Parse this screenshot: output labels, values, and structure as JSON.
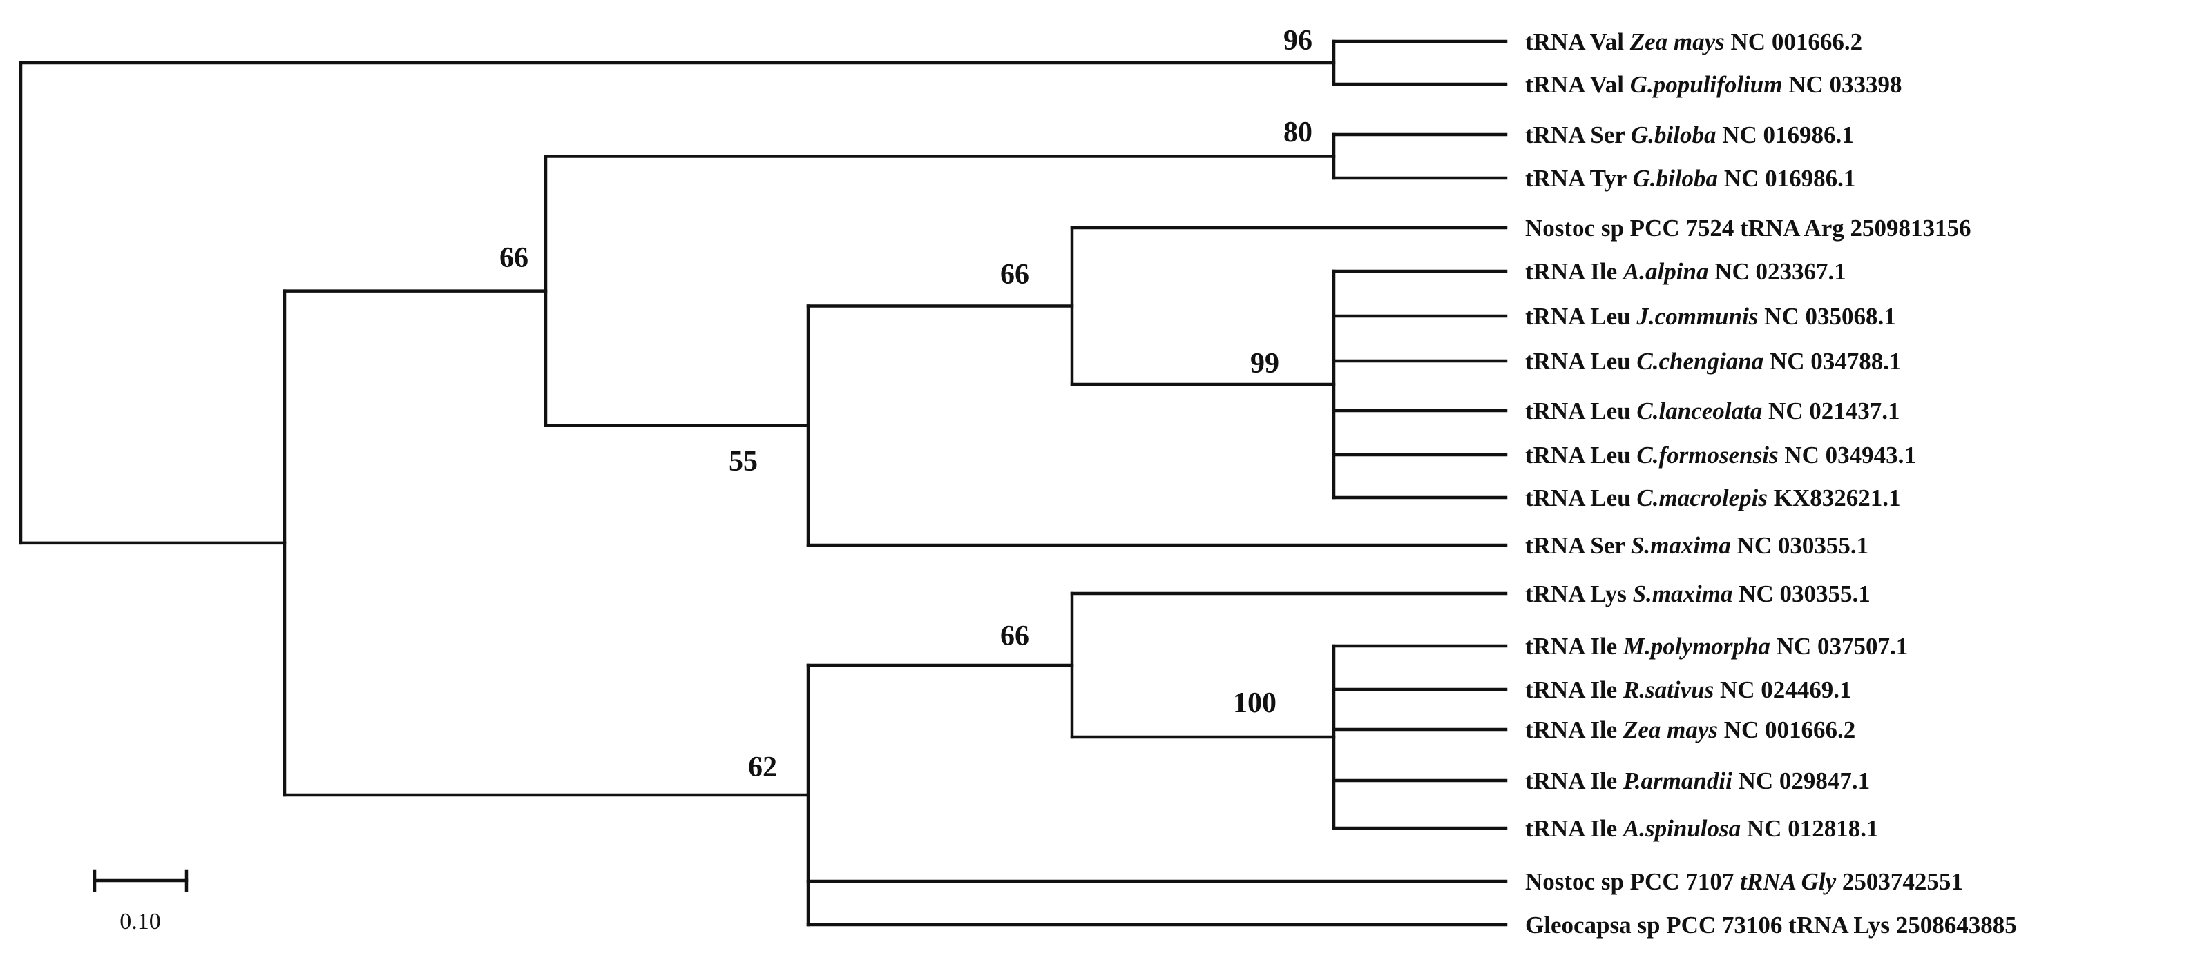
{
  "tree": {
    "taxa": [
      {
        "id": "t1",
        "parts": [
          {
            "t": "tRNA Val "
          },
          {
            "t": "Zea mays",
            "i": true
          },
          {
            "t": " NC 001666.2"
          }
        ]
      },
      {
        "id": "t2",
        "parts": [
          {
            "t": "tRNA Val "
          },
          {
            "t": "G.populifolium",
            "i": true
          },
          {
            "t": " NC 033398"
          }
        ]
      },
      {
        "id": "t3",
        "parts": [
          {
            "t": "tRNA Ser "
          },
          {
            "t": "G.biloba",
            "i": true
          },
          {
            "t": " NC 016986.1"
          }
        ]
      },
      {
        "id": "t4",
        "parts": [
          {
            "t": "tRNA Tyr "
          },
          {
            "t": "G.biloba",
            "i": true
          },
          {
            "t": " NC 016986.1"
          }
        ]
      },
      {
        "id": "t5",
        "parts": [
          {
            "t": "Nostoc sp PCC 7524 tRNA Arg 2509813156"
          }
        ]
      },
      {
        "id": "t6",
        "parts": [
          {
            "t": "tRNA Ile "
          },
          {
            "t": "A.alpina",
            "i": true
          },
          {
            "t": " NC 023367.1"
          }
        ]
      },
      {
        "id": "t7",
        "parts": [
          {
            "t": "tRNA Leu "
          },
          {
            "t": "J.communis",
            "i": true
          },
          {
            "t": " NC 035068.1"
          }
        ]
      },
      {
        "id": "t8",
        "parts": [
          {
            "t": "tRNA Leu "
          },
          {
            "t": "C.chengiana",
            "i": true
          },
          {
            "t": " NC 034788.1"
          }
        ]
      },
      {
        "id": "t9",
        "parts": [
          {
            "t": "tRNA Leu "
          },
          {
            "t": "C.lanceolata",
            "i": true
          },
          {
            "t": " NC 021437.1"
          }
        ]
      },
      {
        "id": "t10",
        "parts": [
          {
            "t": "tRNA Leu "
          },
          {
            "t": "C.formosensis",
            "i": true
          },
          {
            "t": " NC 034943.1"
          }
        ]
      },
      {
        "id": "t11",
        "parts": [
          {
            "t": "tRNA Leu "
          },
          {
            "t": "C.macrolepis",
            "i": true
          },
          {
            "t": " KX832621.1"
          }
        ]
      },
      {
        "id": "t12",
        "parts": [
          {
            "t": "tRNA Ser "
          },
          {
            "t": "S.maxima",
            "i": true
          },
          {
            "t": " NC 030355.1"
          }
        ]
      },
      {
        "id": "t13",
        "parts": [
          {
            "t": "tRNA Lys "
          },
          {
            "t": "S.maxima",
            "i": true
          },
          {
            "t": " NC 030355.1"
          }
        ]
      },
      {
        "id": "t14",
        "parts": [
          {
            "t": "tRNA Ile "
          },
          {
            "t": "M.polymorpha",
            "i": true
          },
          {
            "t": " NC 037507.1"
          }
        ]
      },
      {
        "id": "t15",
        "parts": [
          {
            "t": "tRNA Ile "
          },
          {
            "t": "R.sativus",
            "i": true
          },
          {
            "t": " NC 024469.1"
          }
        ]
      },
      {
        "id": "t16",
        "parts": [
          {
            "t": "tRNA Ile "
          },
          {
            "t": "Zea mays",
            "i": true
          },
          {
            "t": " NC 001666.2"
          }
        ]
      },
      {
        "id": "t17",
        "parts": [
          {
            "t": "tRNA Ile "
          },
          {
            "t": "P.armandii",
            "i": true
          },
          {
            "t": " NC 029847.1"
          }
        ]
      },
      {
        "id": "t18",
        "parts": [
          {
            "t": "tRNA Ile "
          },
          {
            "t": "A.spinulosa",
            "i": true
          },
          {
            "t": " NC 012818.1"
          }
        ]
      },
      {
        "id": "t19",
        "parts": [
          {
            "t": "Nostoc sp PCC 7107 "
          },
          {
            "t": "tRNA Gly",
            "i": true
          },
          {
            "t": " 2503742551"
          }
        ]
      },
      {
        "id": "t20",
        "parts": [
          {
            "t": "Gleocapsa sp PCC 73106 tRNA Lys 2508643885"
          }
        ]
      }
    ],
    "bootstrap_values": [
      {
        "clade": "val-clade",
        "value": "96"
      },
      {
        "clade": "gbiloba-clade",
        "value": "80"
      },
      {
        "clade": "upper-middle-clade",
        "value": "66"
      },
      {
        "clade": "arg-leu-clade",
        "value": "66"
      },
      {
        "clade": "leu-ile-polytomy",
        "value": "99"
      },
      {
        "clade": "arg-leu-ser-clade",
        "value": "55"
      },
      {
        "clade": "lys-ile-clade",
        "value": "66"
      },
      {
        "clade": "ile-polytomy",
        "value": "100"
      },
      {
        "clade": "lower-clade",
        "value": "62"
      }
    ],
    "scale_bar": {
      "label": "0.10",
      "length": 0.1
    }
  }
}
